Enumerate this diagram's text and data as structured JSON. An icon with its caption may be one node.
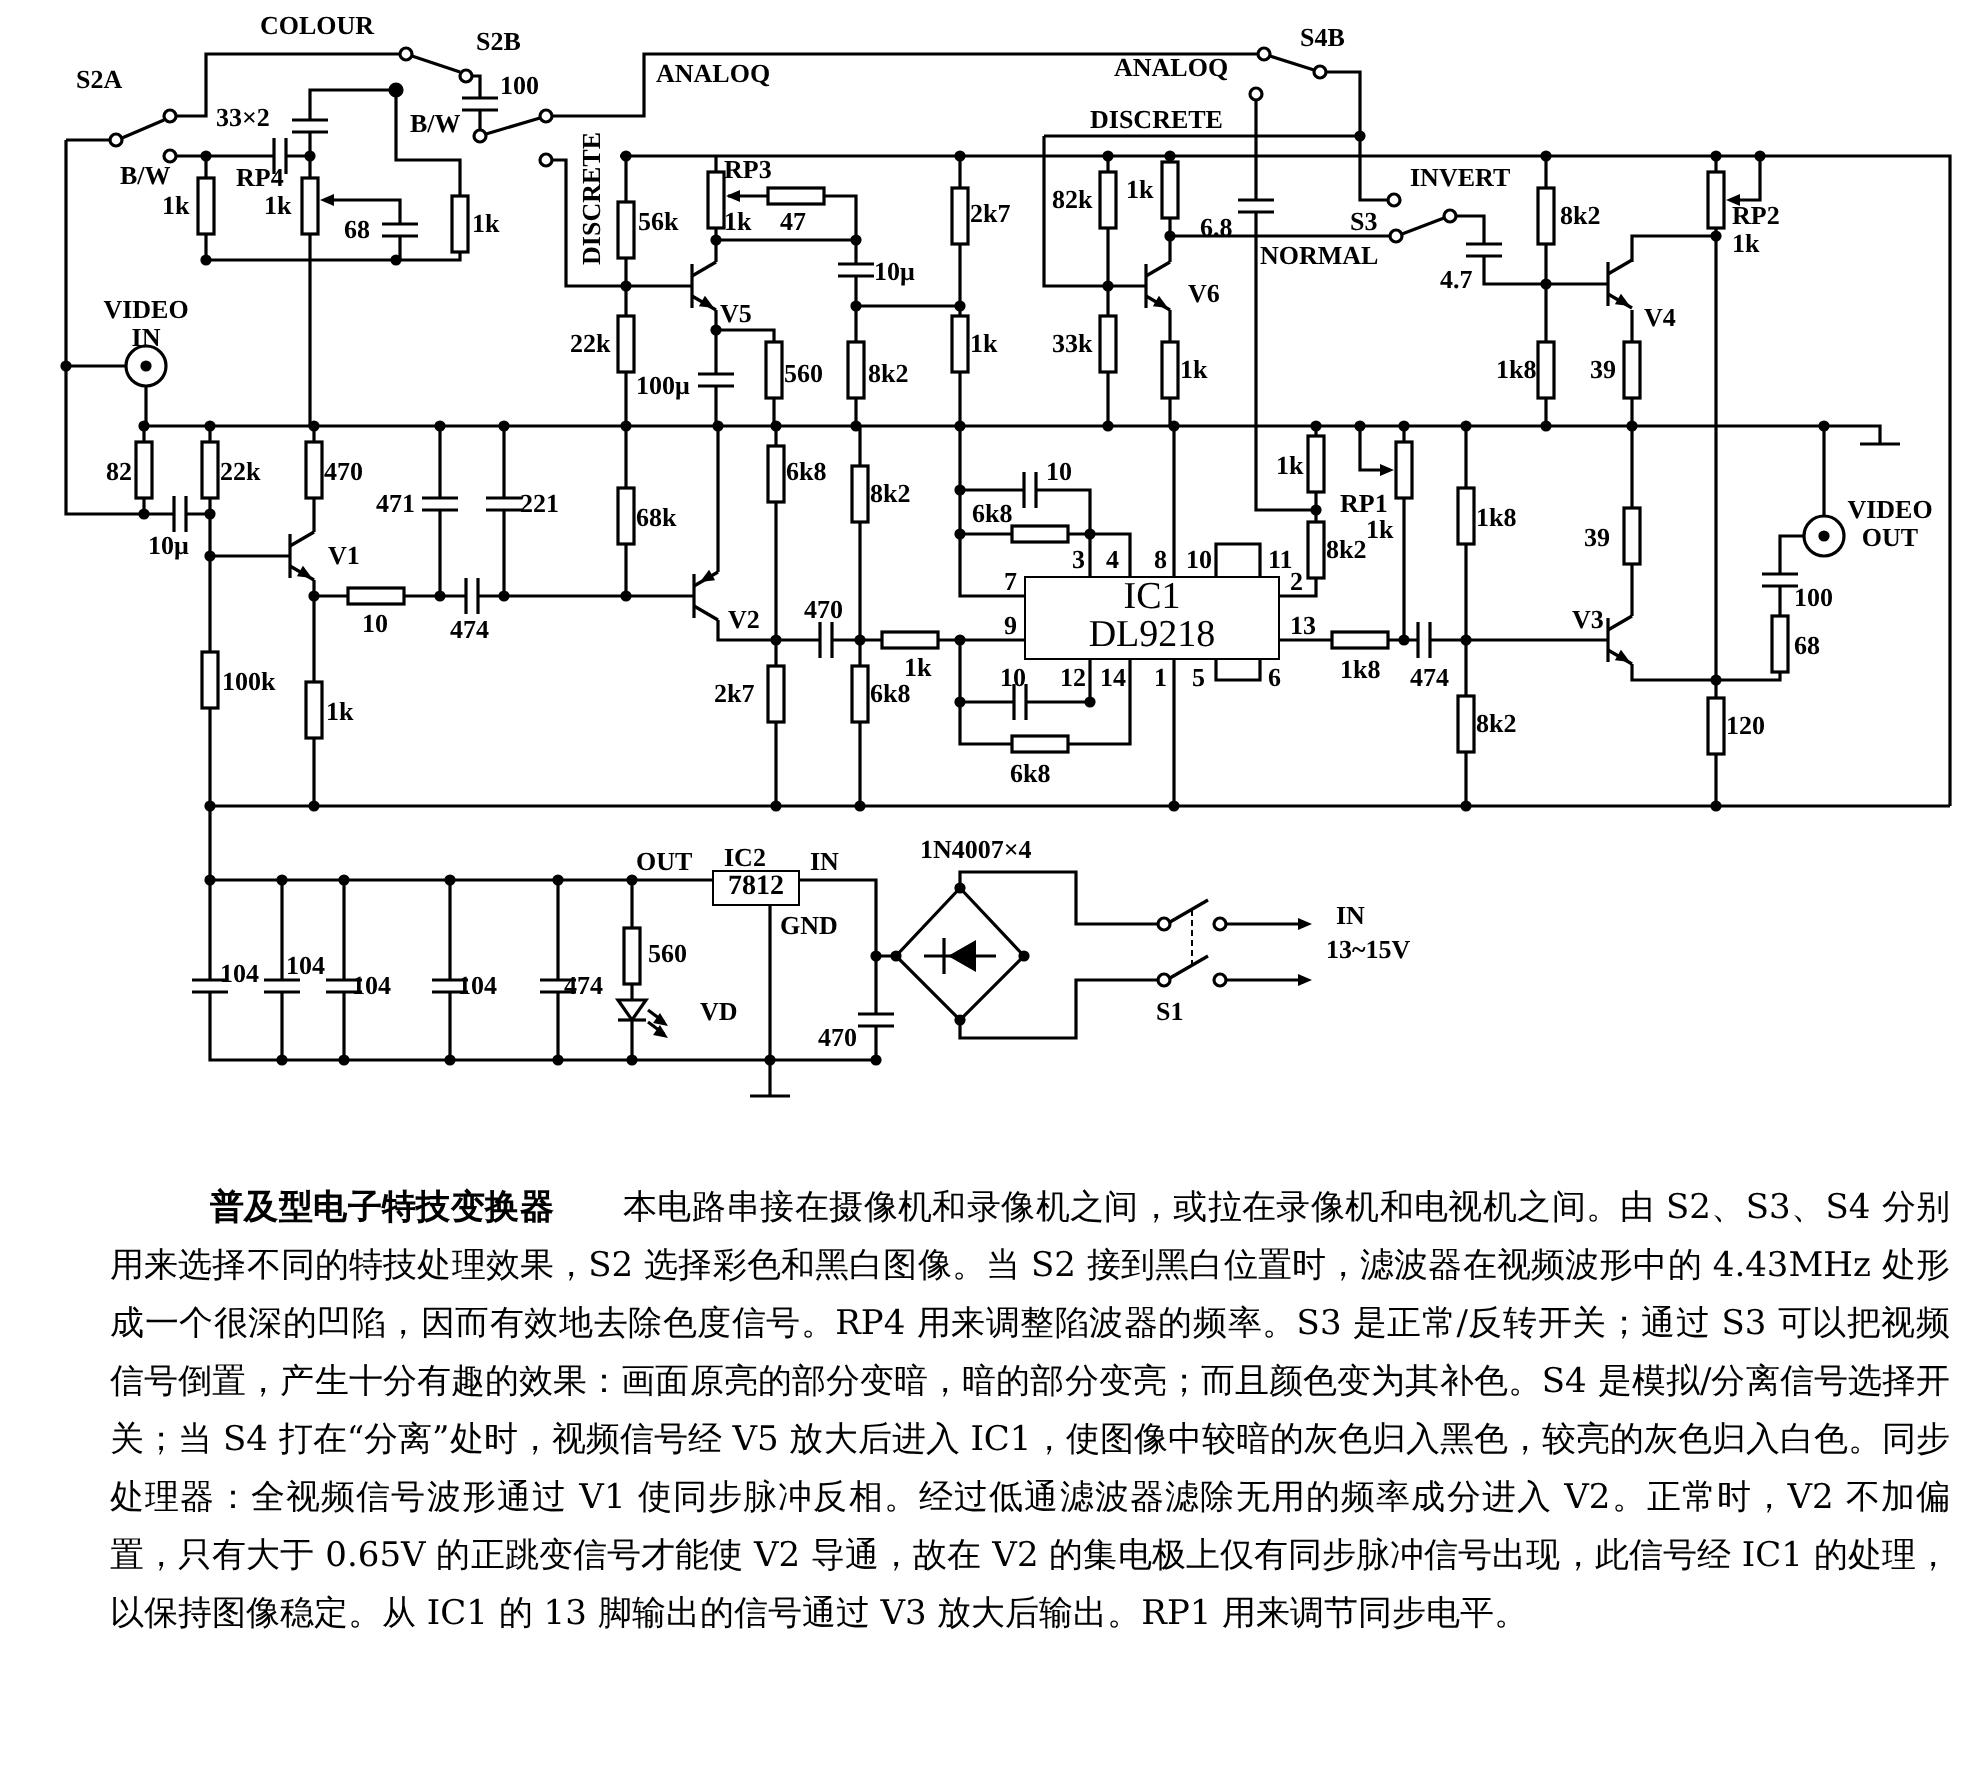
{
  "diagram": {
    "title": "普及型电子特技变换器",
    "caption": "本电路串接在摄像机和录像机之间，或拉在录像机和电视机之间。由 S2、S3、S4 分别用来选择不同的特技处理效果，S2 选择彩色和黑白图像。当 S2 接到黑白位置时，滤波器在视频波形中的 4.43MHz 处形成一个很深的凹陷，因而有效地去除色度信号。RP4 用来调整陷波器的频率。S3 是正常/反转开关；通过 S3 可以把视频信号倒置，产生十分有趣的效果：画面原亮的部分变暗，暗的部分变亮；而且颜色变为其补色。S4 是模拟/分离信号选择开关；当 S4 打在“分离”处时，视频信号经 V5 放大后进入 IC1，使图像中较暗的灰色归入黑色，较亮的灰色归入白色。同步处理器：全视频信号波形通过 V1 使同步脉冲反相。经过低通滤波器滤除无用的频率成分进入 V2。正常时，V2 不加偏置，只有大于 0.65V 的正跳变信号才能使 V2 导通，故在 V2 的集电极上仅有同步脉冲信号出现，此信号经 IC1 的处理，以保持图像稳定。从 IC1 的 13 脚输出的信号通过 V3 放大后输出。RP1 用来调节同步电平。",
    "nodes": [
      {
        "text": [
          "IC1",
          "DL9218"
        ]
      },
      {
        "text": [
          "IC2",
          "7812"
        ]
      }
    ],
    "labels": [
      "COLOUR",
      "S2A",
      "S2B",
      "33×2",
      "100",
      "ANALOQ",
      "B/W",
      "1k",
      "RP4",
      "1k",
      "B/W",
      "68",
      "1k",
      "DISCRETE",
      "56k",
      "RP3",
      "1k",
      "47",
      "10μ",
      "V5",
      "22k",
      "100μ",
      "560",
      "8k2",
      "2k7",
      "1k",
      "ANALOQ",
      "S4B",
      "DISCRETE",
      "82k",
      "1k",
      "6.8",
      "V6",
      "33k",
      "1k",
      "S3",
      "INVERT",
      "NORMAL",
      "4.7",
      "8k2",
      "RP2",
      "1k",
      "V4",
      "1k8",
      "39",
      "VIDEO IN",
      "82",
      "22k",
      "470",
      "471",
      "221",
      "10μ",
      "V1",
      "68k",
      "6k8",
      "8k2",
      "10",
      "474",
      "V2",
      "470",
      "1k",
      "100k",
      "1k",
      "2k7",
      "6k8",
      "10",
      "6k8",
      "3",
      "4",
      "8",
      "10",
      "11",
      "7",
      "9",
      "2",
      "13",
      "10",
      "12",
      "14",
      "1",
      "5",
      "6",
      "6k8",
      "1k",
      "RP1",
      "1k",
      "8k2",
      "1k8",
      "1k8",
      "474",
      "8k2",
      "39",
      "V3",
      "VIDEO OUT",
      "100",
      "68",
      "120",
      "OUT",
      "IN",
      "GND",
      "1N4007×4",
      "104",
      "104",
      "104",
      "104",
      "474",
      "560",
      "VD",
      "470",
      "S1",
      "IN",
      "13~15V"
    ]
  }
}
